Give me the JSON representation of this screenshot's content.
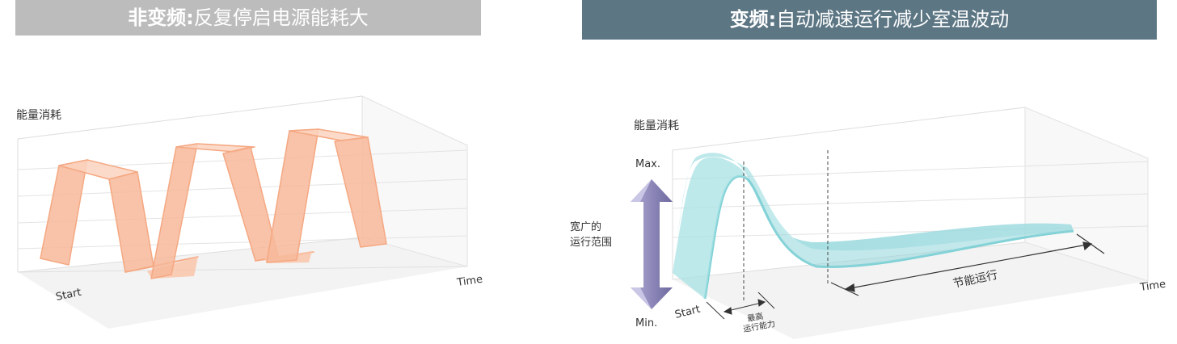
{
  "left_panel": {
    "banner_bold": "非变频:",
    "banner_text": "反复停启电源能耗大",
    "y_label": "能量消耗",
    "x_start": "Start",
    "x_end": "Time"
  },
  "right_panel": {
    "banner_bold": "变频:",
    "banner_text": "自动减速运行减少室温波动",
    "y_label": "能量消耗",
    "max_label": "Max.",
    "min_label": "Min.",
    "range_label_line1": "宽广的",
    "range_label_line2": "运行范围",
    "x_start": "Start",
    "x_end": "Time",
    "peak_label_line1": "最高",
    "peak_label_line2": "运行能力",
    "saving_label": "节能运行"
  },
  "colors": {
    "left_banner": "#bcbcbc",
    "right_banner": "#5c7684",
    "orange_band": "#f7b99a",
    "teal_band": "#9fdde0",
    "arrow": "#8d88b8"
  }
}
